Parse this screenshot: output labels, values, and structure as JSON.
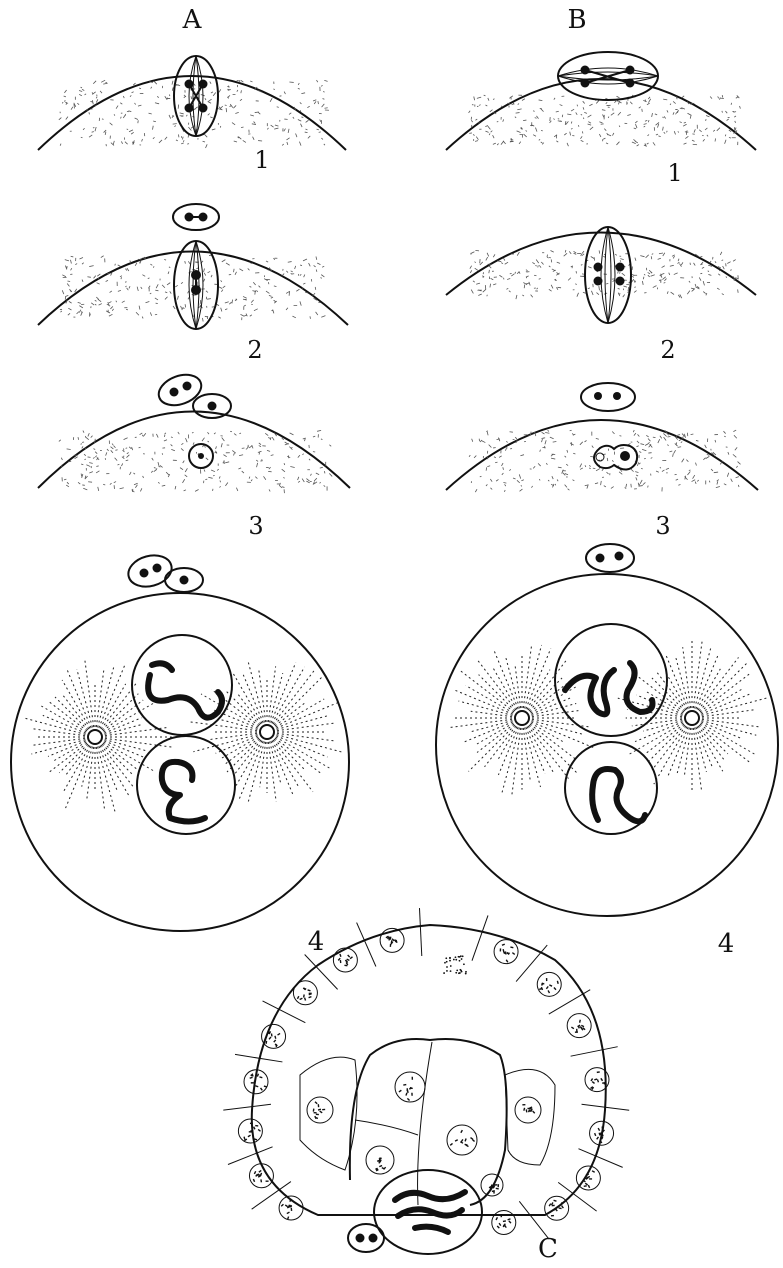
{
  "column_labels": {
    "a": "A",
    "b": "B",
    "c": "C"
  },
  "stage_labels": {
    "a1": "1",
    "b1": "1",
    "a2": "2",
    "b2": "2",
    "a3": "3",
    "b3": "3",
    "a4": "4",
    "b4": "4"
  }
}
